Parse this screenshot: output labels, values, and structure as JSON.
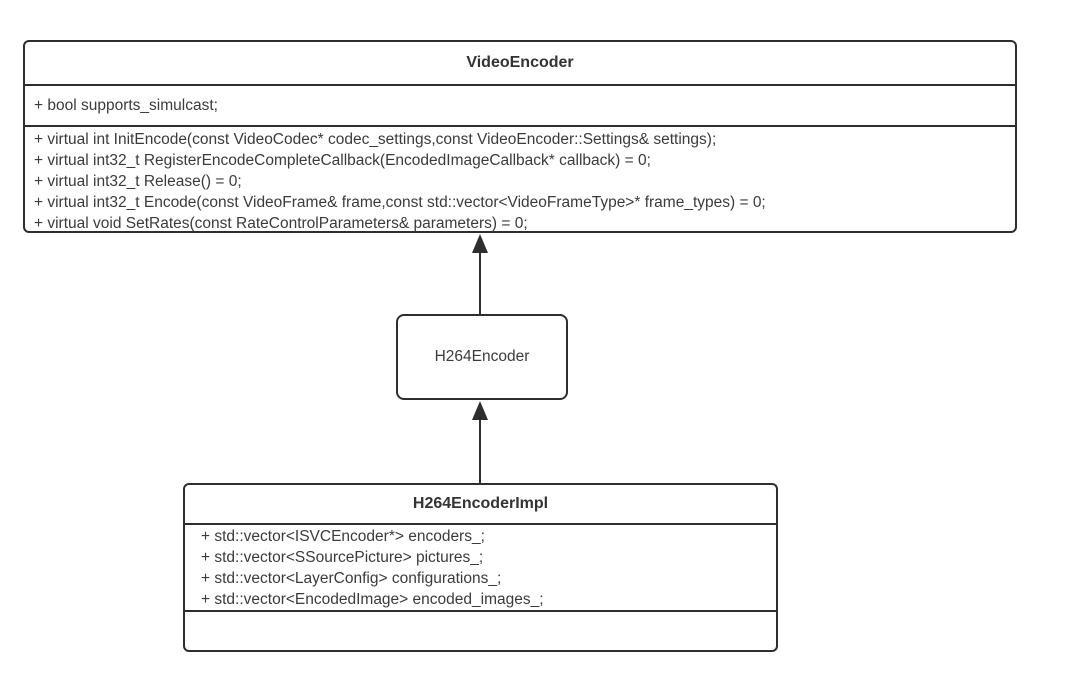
{
  "classes": [
    {
      "name": "VideoEncoder",
      "fields": [
        "+ bool supports_simulcast;"
      ],
      "methods": [
        "+ virtual int InitEncode(const VideoCodec* codec_settings,const VideoEncoder::Settings& settings);",
        "+ virtual int32_t RegisterEncodeCompleteCallback(EncodedImageCallback* callback) = 0;",
        "+ virtual int32_t Release() = 0;",
        "+ virtual int32_t Encode(const VideoFrame& frame,const std::vector<VideoFrameType>* frame_types) = 0;",
        "+ virtual void SetRates(const RateControlParameters& parameters) = 0;"
      ]
    },
    {
      "name": "H264Encoder"
    },
    {
      "name": "H264EncoderImpl",
      "fields": [
        "+ std::vector<ISVCEncoder*> encoders_;",
        "+ std::vector<SSourcePicture> pictures_;",
        "+ std::vector<LayerConfig> configurations_;",
        "+ std::vector<EncodedImage> encoded_images_;"
      ]
    }
  ],
  "relations": [
    {
      "from": "H264Encoder",
      "to": "VideoEncoder",
      "type": "inheritance"
    },
    {
      "from": "H264EncoderImpl",
      "to": "H264Encoder",
      "type": "inheritance"
    }
  ],
  "colors": {
    "border": "#2e2e2e",
    "text": "#3b3b3b",
    "background": "#ffffff"
  }
}
